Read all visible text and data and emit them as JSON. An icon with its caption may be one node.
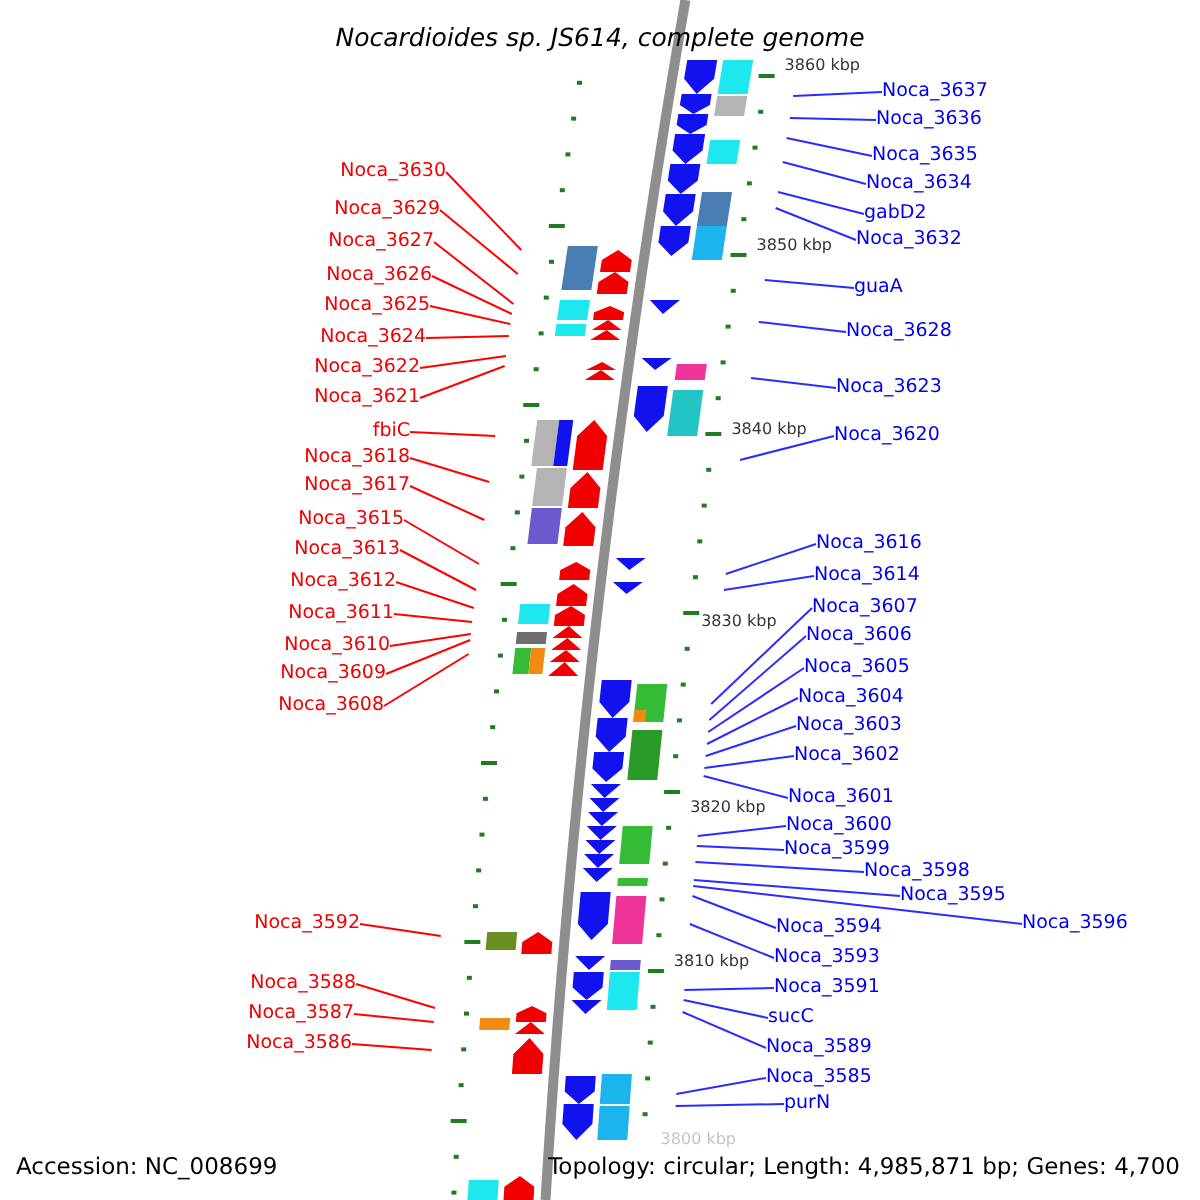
{
  "diagram": {
    "title": "Nocardioides sp. JS614, complete genome",
    "nodes": [
      {
        "text": [
          "Noca_3630"
        ]
      },
      {
        "text": [
          "Noca_3629"
        ]
      },
      {
        "text": [
          "Noca_3627"
        ]
      },
      {
        "text": [
          "Noca_3626"
        ]
      },
      {
        "text": [
          "Noca_3625"
        ]
      },
      {
        "text": [
          "Noca_3624"
        ]
      },
      {
        "text": [
          "Noca_3622"
        ]
      },
      {
        "text": [
          "Noca_3621"
        ]
      },
      {
        "text": [
          "fbiC"
        ]
      },
      {
        "text": [
          "Noca_3618"
        ]
      },
      {
        "text": [
          "Noca_3617"
        ]
      },
      {
        "text": [
          "Noca_3615"
        ]
      },
      {
        "text": [
          "Noca_3613"
        ]
      },
      {
        "text": [
          "Noca_3612"
        ]
      },
      {
        "text": [
          "Noca_3611"
        ]
      },
      {
        "text": [
          "Noca_3610"
        ]
      },
      {
        "text": [
          "Noca_3609"
        ]
      },
      {
        "text": [
          "Noca_3608"
        ]
      },
      {
        "text": [
          "Noca_3592"
        ]
      },
      {
        "text": [
          "Noca_3588"
        ]
      },
      {
        "text": [
          "Noca_3587"
        ]
      },
      {
        "text": [
          "Noca_3586"
        ]
      },
      {
        "text": [
          "Noca_3637"
        ]
      },
      {
        "text": [
          "Noca_3636"
        ]
      },
      {
        "text": [
          "Noca_3635"
        ]
      },
      {
        "text": [
          "Noca_3634"
        ]
      },
      {
        "text": [
          "gabD2"
        ]
      },
      {
        "text": [
          "Noca_3632"
        ]
      },
      {
        "text": [
          "guaA"
        ]
      },
      {
        "text": [
          "Noca_3628"
        ]
      },
      {
        "text": [
          "Noca_3623"
        ]
      },
      {
        "text": [
          "Noca_3620"
        ]
      },
      {
        "text": [
          "Noca_3616"
        ]
      },
      {
        "text": [
          "Noca_3614"
        ]
      },
      {
        "text": [
          "Noca_3607"
        ]
      },
      {
        "text": [
          "Noca_3606"
        ]
      },
      {
        "text": [
          "Noca_3605"
        ]
      },
      {
        "text": [
          "Noca_3604"
        ]
      },
      {
        "text": [
          "Noca_3603"
        ]
      },
      {
        "text": [
          "Noca_3602"
        ]
      },
      {
        "text": [
          "Noca_3601"
        ]
      },
      {
        "text": [
          "Noca_3600"
        ]
      },
      {
        "text": [
          "Noca_3599"
        ]
      },
      {
        "text": [
          "Noca_3598"
        ]
      },
      {
        "text": [
          "Noca_3595"
        ]
      },
      {
        "text": [
          "Noca_3596"
        ]
      },
      {
        "text": [
          "Noca_3594"
        ]
      },
      {
        "text": [
          "Noca_3593"
        ]
      },
      {
        "text": [
          "Noca_3591"
        ]
      },
      {
        "text": [
          "sucC"
        ]
      },
      {
        "text": [
          "Noca_3589"
        ]
      },
      {
        "text": [
          "Noca_3585"
        ]
      },
      {
        "text": [
          "purN"
        ]
      }
    ],
    "edges": [
      {
        "from": 0,
        "to": null,
        "arrow": "none",
        "color": "#ff0000"
      },
      {
        "from": 1,
        "to": null,
        "arrow": "none",
        "color": "#ff0000"
      },
      {
        "from": 2,
        "to": null,
        "arrow": "none",
        "color": "#ff0000"
      },
      {
        "from": 3,
        "to": null,
        "arrow": "none",
        "color": "#ff0000"
      },
      {
        "from": 4,
        "to": null,
        "arrow": "none",
        "color": "#ff0000"
      },
      {
        "from": 5,
        "to": null,
        "arrow": "none",
        "color": "#ff0000"
      },
      {
        "from": 6,
        "to": null,
        "arrow": "none",
        "color": "#ff0000"
      },
      {
        "from": 7,
        "to": null,
        "arrow": "none",
        "color": "#ff0000"
      },
      {
        "from": 8,
        "to": null,
        "arrow": "none",
        "color": "#ff0000"
      },
      {
        "from": 9,
        "to": null,
        "arrow": "none",
        "color": "#ff0000"
      },
      {
        "from": 10,
        "to": null,
        "arrow": "none",
        "color": "#ff0000"
      },
      {
        "from": 11,
        "to": null,
        "arrow": "none",
        "color": "#ff0000"
      },
      {
        "from": 12,
        "to": null,
        "arrow": "none",
        "color": "#ff0000"
      },
      {
        "from": 13,
        "to": null,
        "arrow": "none",
        "color": "#ff0000"
      },
      {
        "from": 14,
        "to": null,
        "arrow": "none",
        "color": "#ff0000"
      },
      {
        "from": 15,
        "to": null,
        "arrow": "none",
        "color": "#ff0000"
      },
      {
        "from": 16,
        "to": null,
        "arrow": "none",
        "color": "#ff0000"
      },
      {
        "from": 17,
        "to": null,
        "arrow": "none",
        "color": "#ff0000"
      },
      {
        "from": 18,
        "to": null,
        "arrow": "none",
        "color": "#ff0000"
      },
      {
        "from": 19,
        "to": null,
        "arrow": "none",
        "color": "#ff0000"
      },
      {
        "from": 20,
        "to": null,
        "arrow": "none",
        "color": "#ff0000"
      },
      {
        "from": 21,
        "to": null,
        "arrow": "none",
        "color": "#ff0000"
      },
      {
        "from": 22,
        "to": null,
        "arrow": "none"
      },
      {
        "from": 23,
        "to": null,
        "arrow": "none"
      },
      {
        "from": 24,
        "to": null,
        "arrow": "none"
      },
      {
        "from": 25,
        "to": null,
        "arrow": "none"
      },
      {
        "from": 26,
        "to": null,
        "arrow": "none"
      },
      {
        "from": 27,
        "to": null,
        "arrow": "none"
      },
      {
        "from": 28,
        "to": null,
        "arrow": "none"
      },
      {
        "from": 29,
        "to": null,
        "arrow": "none"
      },
      {
        "from": 30,
        "to": null,
        "arrow": "none"
      },
      {
        "from": 31,
        "to": null,
        "arrow": "none"
      },
      {
        "from": 32,
        "to": null,
        "arrow": "none"
      },
      {
        "from": 33,
        "to": null,
        "arrow": "none"
      },
      {
        "from": 34,
        "to": null,
        "arrow": "none"
      },
      {
        "from": 35,
        "to": null,
        "arrow": "none"
      },
      {
        "from": 36,
        "to": null,
        "arrow": "none"
      },
      {
        "from": 37,
        "to": null,
        "arrow": "none"
      },
      {
        "from": 38,
        "to": null,
        "arrow": "none"
      },
      {
        "from": 39,
        "to": null,
        "arrow": "none"
      },
      {
        "from": 40,
        "to": null,
        "arrow": "none"
      },
      {
        "from": 41,
        "to": null,
        "arrow": "none"
      },
      {
        "from": 42,
        "to": null,
        "arrow": "none"
      },
      {
        "from": 43,
        "to": null,
        "arrow": "none"
      },
      {
        "from": 44,
        "to": null,
        "arrow": "none"
      },
      {
        "from": 45,
        "to": null,
        "arrow": "none"
      },
      {
        "from": 46,
        "to": null,
        "arrow": "none"
      },
      {
        "from": 47,
        "to": null,
        "arrow": "none"
      },
      {
        "from": 48,
        "to": null,
        "arrow": "none"
      },
      {
        "from": 49,
        "to": null,
        "arrow": "none"
      },
      {
        "from": 50,
        "to": null,
        "arrow": "none"
      },
      {
        "from": 51,
        "to": null,
        "arrow": "none"
      },
      {
        "from": 52,
        "to": null,
        "arrow": "none"
      }
    ],
    "labels": [
      "3860 kbp",
      "3850 kbp",
      "3840 kbp",
      "3830 kbp",
      "3820 kbp",
      "3810 kbp",
      "3800 kbp",
      "Accession: NC_008699",
      "Topology: circular; Length: 4,985,871 bp; Genes: 4,700"
    ]
  }
}
